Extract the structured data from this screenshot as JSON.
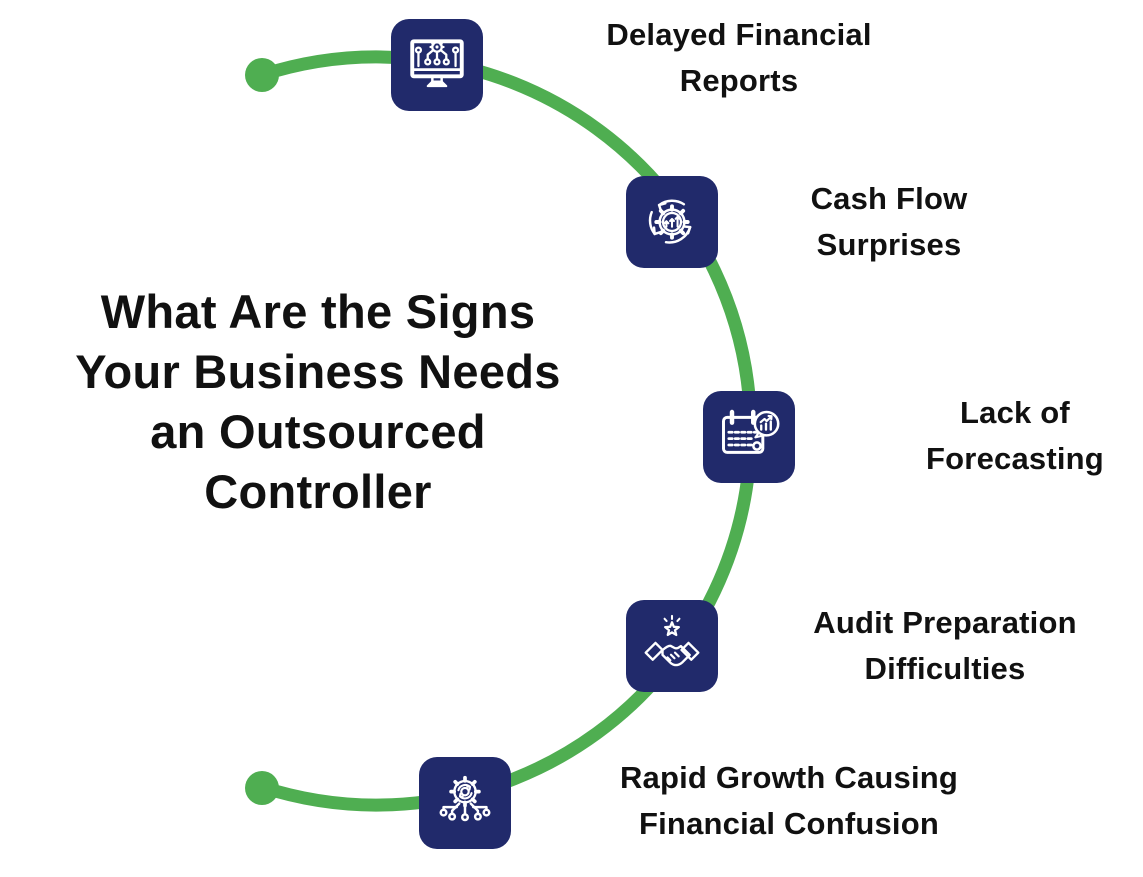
{
  "title": {
    "lines": [
      "What Are the Signs",
      "Your Business Needs",
      "an Outsourced",
      "Controller"
    ]
  },
  "colors": {
    "accent_green": "#4fae51",
    "icon_navy": "#212a6b",
    "icon_stroke": "#ffffff",
    "text_black": "#111111",
    "background": "#ffffff"
  },
  "items": [
    {
      "icon": "monitor-workflow-icon",
      "label_lines": [
        "Delayed Financial",
        "Reports"
      ]
    },
    {
      "icon": "gear-cycle-arrows-icon",
      "label_lines": [
        "Cash Flow",
        "Surprises"
      ]
    },
    {
      "icon": "calendar-forecast-icon",
      "label_lines": [
        "Lack of",
        "Forecasting"
      ]
    },
    {
      "icon": "handshake-star-icon",
      "label_lines": [
        "Audit Preparation",
        "Difficulties"
      ]
    },
    {
      "icon": "gear-network-icon",
      "label_lines": [
        "Rapid Growth Causing",
        "Financial Confusion"
      ]
    }
  ]
}
